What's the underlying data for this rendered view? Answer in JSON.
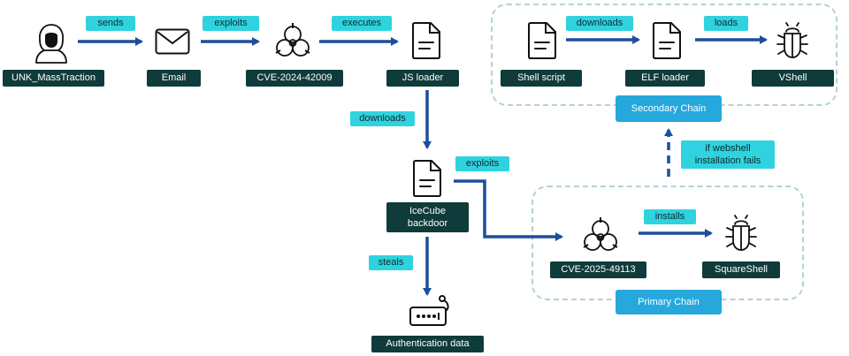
{
  "nodes": {
    "actor": "UNK_MassTraction",
    "email": "Email",
    "cve_2024": "CVE-2024-42009",
    "js_loader": "JS loader",
    "icecube": "IceCube\nbackdoor",
    "auth_data": "Authentication data",
    "cve_2025": "CVE-2025-49113",
    "squareshell": "SquareShell",
    "shell_script": "Shell script",
    "elf_loader": "ELF loader",
    "vshell": "VShell"
  },
  "edges": {
    "sends": "sends",
    "exploits_1": "exploits",
    "executes": "executes",
    "downloads_1": "downloads",
    "exploits_2": "exploits",
    "steals": "steals",
    "installs": "installs",
    "fallback": "if webshell\ninstallation fails",
    "downloads_2": "downloads",
    "loads": "loads"
  },
  "chains": {
    "primary": "Primary Chain",
    "secondary": "Secondary Chain"
  },
  "colors": {
    "node_bg": "#0f3b3a",
    "edge_label_bg": "#2fd3df",
    "chain_label_bg": "#26a8dc",
    "arrow": "#1b4f9c",
    "chain_border": "#b4d2d2"
  },
  "icons": {
    "actor": "hooded-hacker-icon",
    "email": "envelope-icon",
    "cve": "biohazard-icon",
    "document": "document-icon",
    "malware": "bug-icon",
    "credentials": "password-field-icon"
  }
}
